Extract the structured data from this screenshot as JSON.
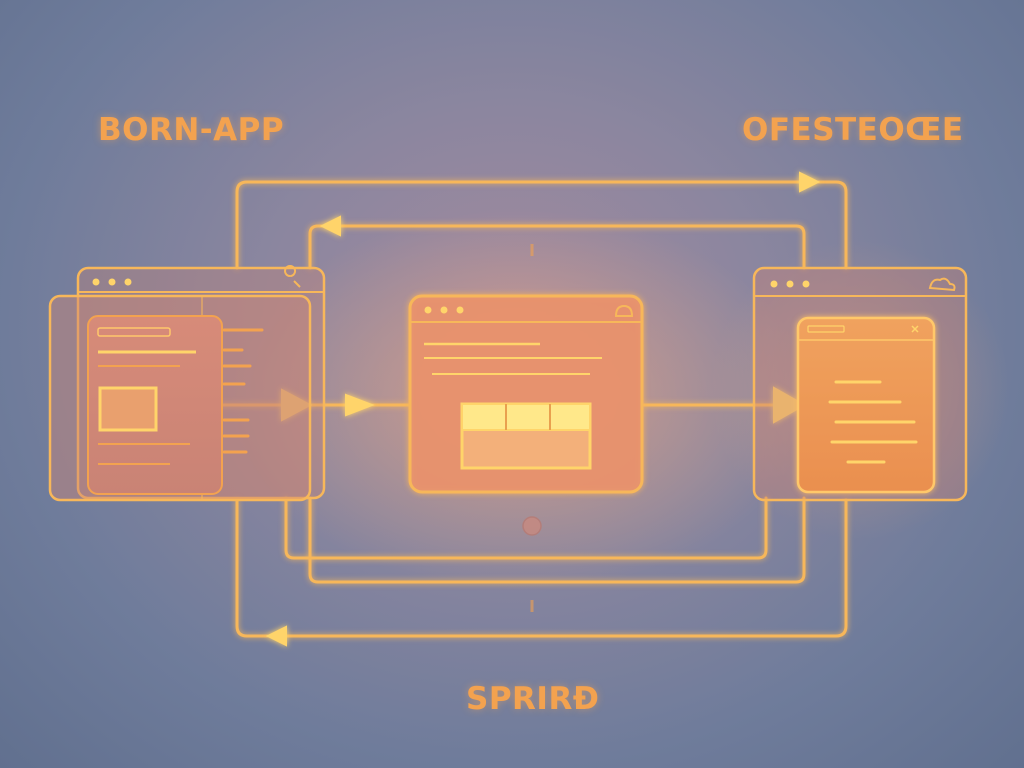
{
  "labels": {
    "left": "BORN-APP",
    "right": "OFESTEOŒE",
    "bottom": "SPRIRÐ"
  },
  "colors": {
    "accent": "#f3a24f",
    "line": "#f7b75a",
    "bright": "#ffd46a",
    "panel_fill": "#e7926d"
  }
}
